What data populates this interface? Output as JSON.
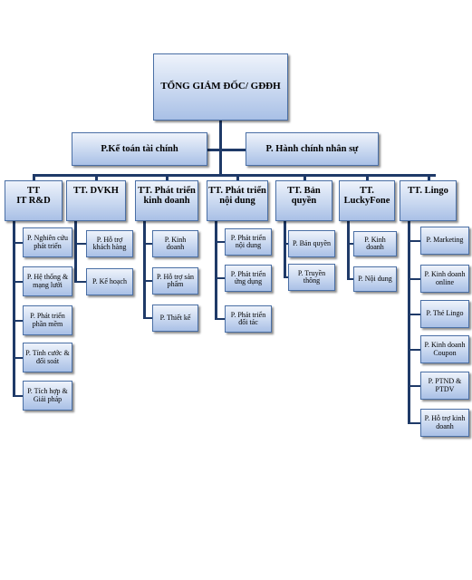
{
  "top": {
    "label": "TỔNG GIÁM ĐỐC/ GĐĐH"
  },
  "staff": [
    {
      "label": "P.Kế toán tài chính"
    },
    {
      "label": "P. Hành chính nhân sự"
    }
  ],
  "divisions": [
    {
      "title": "TT\nIT R&D",
      "units": [
        "P. Nghiên cứu phát triển",
        "P. Hệ thống & mạng lưới",
        "P. Phát triển phần mềm",
        "P. Tính cước & đối soát",
        "P. Tích hợp & Giải pháp"
      ]
    },
    {
      "title": "TT. DVKH",
      "units": [
        "P. Hỗ trợ khách hàng",
        "P. Kế hoạch"
      ]
    },
    {
      "title": "TT. Phát triển kinh doanh",
      "units": [
        "P. Kinh doanh",
        "P. Hỗ trợ sản phẩm",
        "P. Thiết kế"
      ]
    },
    {
      "title": "TT. Phát triển nội dung",
      "units": [
        "P. Phát triển nội dung",
        "P. Phát triển ứng dụng",
        "P. Phát triển đối tác"
      ]
    },
    {
      "title": "TT. Bản quyền",
      "units": [
        "P. Bản quyền",
        "P. Truyền thông"
      ]
    },
    {
      "title": "TT.\nLuckyFone",
      "units": [
        "P. Kinh doanh",
        "P. Nội dung"
      ]
    },
    {
      "title": "TT. Lingo",
      "units": [
        "P. Marketing",
        "P. Kinh doanh online",
        "P. Thẻ Lingo",
        "P. Kinh doanh Coupon",
        "P. PTND & PTDV",
        "P. Hỗ trợ kinh doanh"
      ]
    }
  ],
  "colors": {
    "line": "#1f3a68",
    "box_border": "#4a6fa5"
  }
}
